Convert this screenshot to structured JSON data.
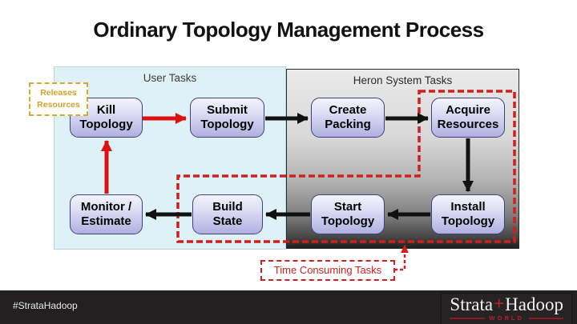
{
  "slide": {
    "title": "Ordinary Topology Management Process"
  },
  "diagram": {
    "regions": {
      "user": {
        "label": "User Tasks"
      },
      "heron": {
        "label": "Heron System Tasks"
      }
    },
    "nodes": [
      {
        "id": "kill-topology",
        "line1": "Kill",
        "line2": "Topology"
      },
      {
        "id": "submit-topology",
        "line1": "Submit",
        "line2": "Topology"
      },
      {
        "id": "create-packing",
        "line1": "Create",
        "line2": "Packing"
      },
      {
        "id": "acquire-resources",
        "line1": "Acquire",
        "line2": "Resources"
      },
      {
        "id": "monitor-estimate",
        "line1": "Monitor /",
        "line2": "Estimate"
      },
      {
        "id": "build-state",
        "line1": "Build",
        "line2": "State"
      },
      {
        "id": "start-topology",
        "line1": "Start",
        "line2": "Topology"
      },
      {
        "id": "install-topology",
        "line1": "Install",
        "line2": "Topology"
      }
    ],
    "annotations": {
      "releases_resources_line1": "Releases",
      "releases_resources_line2": "Resources",
      "time_consuming": "Time Consuming Tasks"
    },
    "colors": {
      "user_region_bg": "#def1f7",
      "heron_region_top": "#eaeaea",
      "heron_region_bottom": "#1f1f1f",
      "node_fill_top": "#f4f4fd",
      "node_fill_bottom": "#b0b0e0",
      "node_border": "#41417a",
      "arrow_red": "#dd1111",
      "arrow_black": "#111111",
      "dashed_red": "#cf1f1f",
      "releases_gold": "#cfa235"
    }
  },
  "footer": {
    "hashtag": "#StrataHadoop",
    "logo_part1": "Strata",
    "logo_plus": "+",
    "logo_part2": "Hadoop",
    "logo_world": "WORLD"
  }
}
